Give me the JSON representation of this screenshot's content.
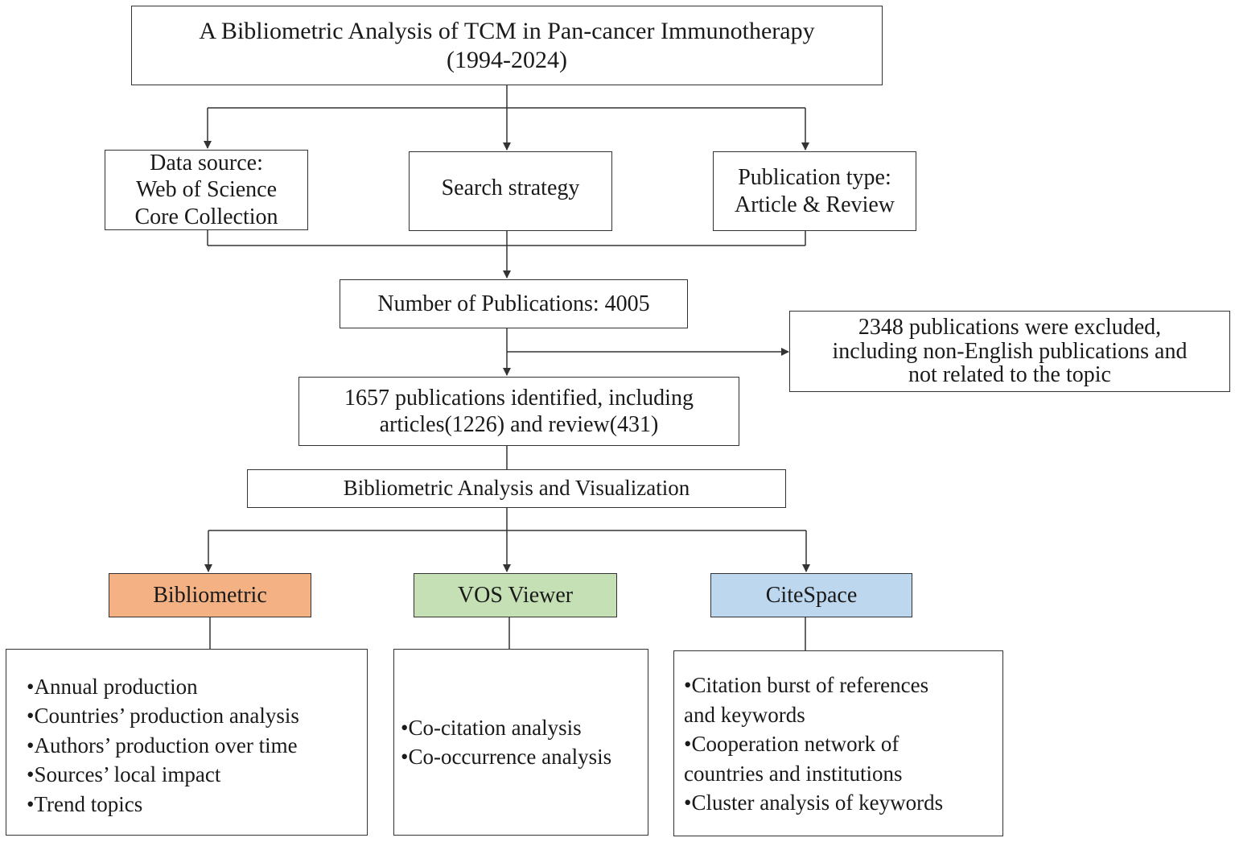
{
  "title": {
    "line1": "A Bibliometric Analysis of TCM in Pan-cancer Immunotherapy",
    "line2": "(1994-2024)"
  },
  "inputs": {
    "data_source": [
      "Data source:",
      "Web of Science",
      "Core Collection"
    ],
    "search_strategy": "Search strategy",
    "publication_type": [
      "Publication type:",
      "Article & Review"
    ]
  },
  "publications": "Number of Publications: 4005",
  "excluded": [
    "2348 publications were excluded,",
    "including non-English publications and",
    "not related to the topic"
  ],
  "identified": [
    "1657 publications identified, including",
    "articles(1226) and review(431)"
  ],
  "analysis": "Bibliometric Analysis and Visualization",
  "tools": [
    {
      "label": "Bibliometric",
      "color": "#f4b183"
    },
    {
      "label": "VOS Viewer",
      "color": "#c5e0b4"
    },
    {
      "label": "CiteSpace",
      "color": "#bdd7ee"
    }
  ],
  "outputs": {
    "bibliometric": [
      "•Annual production",
      "•Countries’ production analysis",
      "•Authors’ production over time",
      "•Sources’ local impact",
      "•Trend topics"
    ],
    "vosviewer": [
      "•Co-citation analysis",
      "•Co-occurrence analysis"
    ],
    "citespace": [
      "•Citation burst of references",
      "and keywords",
      "•Cooperation network of",
      "countries and institutions",
      "•Cluster analysis of keywords"
    ]
  },
  "colors": {
    "line": "#333333"
  }
}
